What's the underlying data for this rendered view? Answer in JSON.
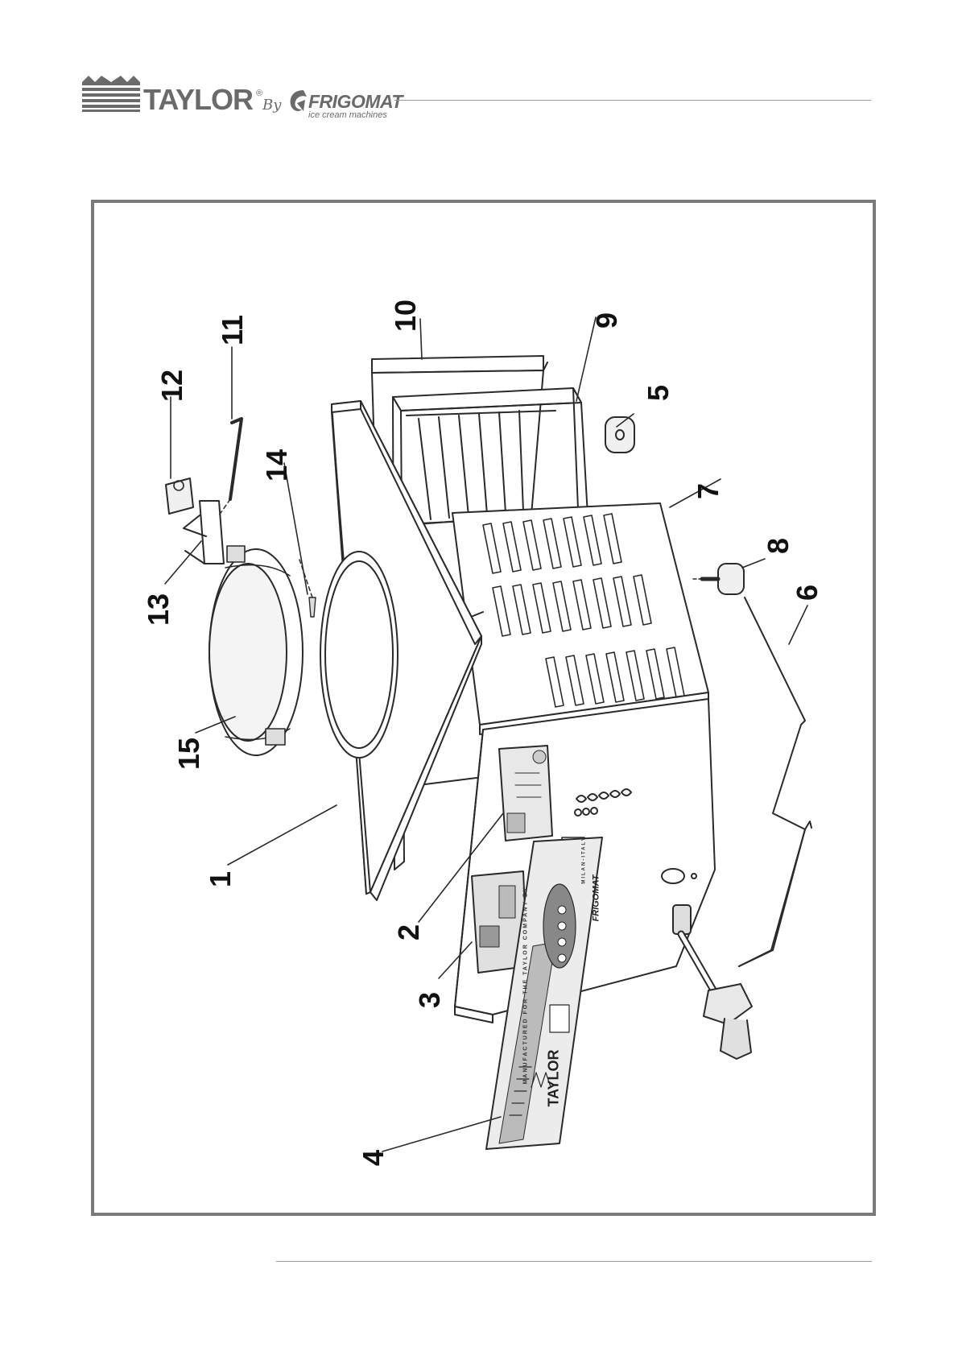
{
  "header": {
    "brand": "TAYLOR",
    "registered_mark": "®",
    "by": "By",
    "partner": "FRIGOMAT",
    "partner_tagline": "ice cream machines"
  },
  "figure": {
    "callouts": [
      "1",
      "2",
      "3",
      "4",
      "5",
      "6",
      "7",
      "8",
      "9",
      "10",
      "11",
      "12",
      "13",
      "14",
      "15"
    ],
    "decal": {
      "brand": "TAYLOR",
      "manufactured_line": "MANUFACTURED FOR THE TAYLOR COMPANY BY",
      "partner": "FRIGOMAT",
      "location": "MILAN-ITALY"
    }
  },
  "colors": {
    "logo_gray": "#6a6a6a",
    "frame_gray": "#7a7a7a",
    "rule_gray": "#9a9a9a",
    "line_ink": "#2a2a2a"
  }
}
